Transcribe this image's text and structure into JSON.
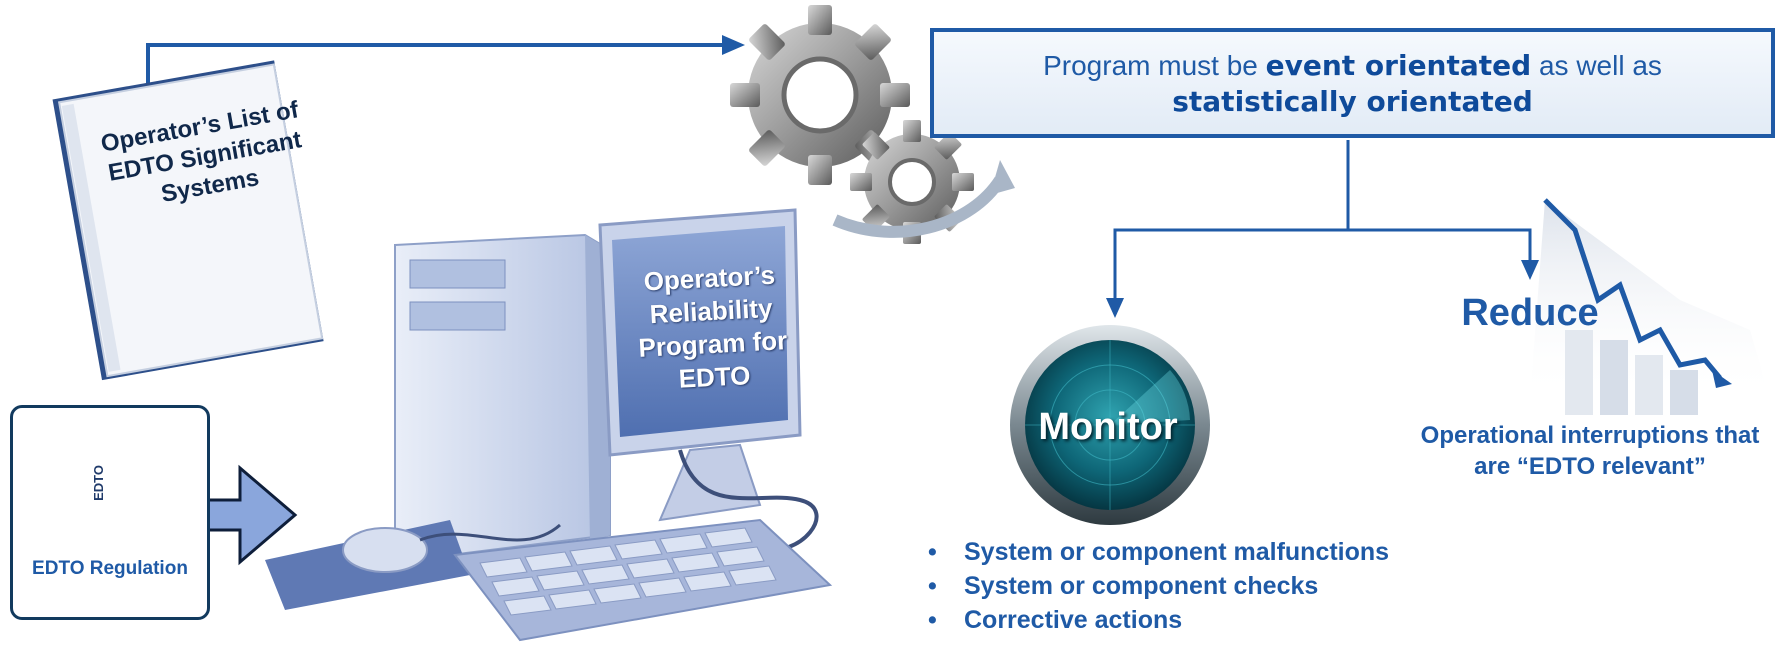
{
  "program": {
    "before": "Program must be ",
    "emph1": "event orientated",
    "middle": " as well as",
    "emph2": "statistically orientated"
  },
  "book": {
    "title": "Operator’s List of EDTO Significant Systems"
  },
  "computer": {
    "screen_title": "Operator’s Reliability Program for EDTO"
  },
  "regulation": {
    "spine": "EDTO",
    "label": "EDTO Regulation"
  },
  "monitor": {
    "label": "Monitor",
    "items": [
      "System or component malfunctions",
      "System or component checks",
      "Corrective actions"
    ]
  },
  "reduce": {
    "label": "Reduce",
    "description": "Operational interruptions that are “EDTO relevant”"
  },
  "colors": {
    "accent": "#1f5aa6",
    "box_fill": "#e8f0f9",
    "gear": "#8a8a8a",
    "dial": "#0d5f73"
  },
  "icons": [
    "book-icon",
    "computer-icon",
    "gear-icon",
    "monitor-dial-icon",
    "declining-chart-icon",
    "binder-icon",
    "arrow-icon"
  ]
}
